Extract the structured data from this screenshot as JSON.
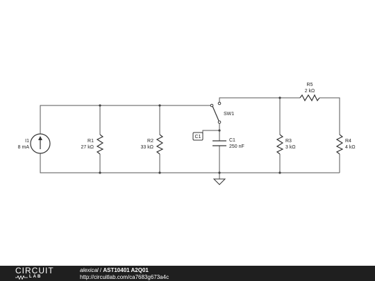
{
  "components": {
    "i1": {
      "name": "I1",
      "value": "8 mA"
    },
    "r1": {
      "name": "R1",
      "value": "27 kΩ"
    },
    "r2": {
      "name": "R2",
      "value": "33 kΩ"
    },
    "sw1": {
      "name": "SW1"
    },
    "c1_tag": "C1",
    "c1": {
      "name": "C1",
      "value": "250 nF"
    },
    "r3": {
      "name": "R3",
      "value": "3 kΩ"
    },
    "r5": {
      "name": "R5",
      "value": "2 kΩ"
    },
    "r4": {
      "name": "R4",
      "value": "4 kΩ"
    }
  },
  "footer": {
    "logo_top": "CIRCUIT",
    "logo_bottom": "LAB",
    "author": "alexical",
    "separator": " / ",
    "title": "AST10401 A2Q01",
    "url": "http://circuitlab.com/ca7683g673a4c"
  },
  "colors": {
    "footer_bg": "#1f1f1f",
    "wire": "#555555"
  }
}
